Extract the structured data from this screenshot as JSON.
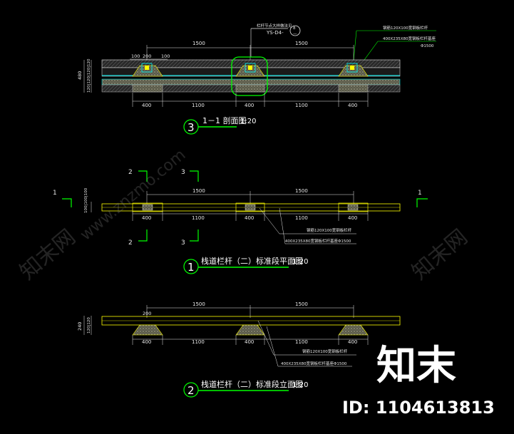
{
  "section": {
    "callout_top": "栏杆节点大样做法见",
    "callout_code": "YS-D4-",
    "callout_circle": "8",
    "callout_dash": "—",
    "note_right_1": "钢筋120X100宽钢板栏杆",
    "note_right_2": "400X235X80宽钢板栏杆基座",
    "note_right_3": "Φ1500",
    "dim_1500_a": "1500",
    "dim_1500_b": "1500",
    "dim_100a": "100",
    "dim_200": "200",
    "dim_100b": "100",
    "height_total": "480",
    "height_segments": "120|120|120|120",
    "bottom_dims": [
      "400",
      "1100",
      "400",
      "1100",
      "400"
    ],
    "title_number": "3",
    "title_text": "1－1 剖面图",
    "title_scale": "1:20"
  },
  "plan": {
    "marker_2_top": "2",
    "marker_3_top": "3",
    "marker_2_bottom": "2",
    "marker_3_bottom": "3",
    "marker_1_left": "1",
    "marker_1_right": "1",
    "dim_1500_a": "1500",
    "dim_1500_b": "1500",
    "height_labels": "100|100|100",
    "bottom_dims": [
      "400",
      "1100",
      "400",
      "1100",
      "400"
    ],
    "note_1": "钢筋120X100宽钢板栏杆",
    "note_2": "400X235X80宽钢板栏杆基座Φ1500",
    "title_number": "1",
    "title_text": "栈道栏杆（二）标准段平面图",
    "title_scale": "1:20"
  },
  "elevation": {
    "dim_1500_a": "1500",
    "dim_1500_b": "1500",
    "dim_200": "200",
    "height_total": "240",
    "height_segments": "120|120",
    "bottom_dims": [
      "400",
      "1100",
      "400",
      "1100",
      "400"
    ],
    "note_1": "钢筋120X100宽钢板栏杆",
    "note_2": "400X235X80宽钢板栏杆基座Φ1500",
    "title_number": "2",
    "title_text": "栈道栏杆（二）标准段立面图",
    "title_scale": "1:20"
  },
  "watermark": {
    "brand": "知末",
    "id_text": "ID: 1104613813",
    "diag_url": "www.znzmo.com",
    "side_text": "知末网"
  },
  "colors": {
    "background": "#000000",
    "line_white": "#e8e8e8",
    "line_green": "#00ff00",
    "line_yellow": "#ffff00",
    "line_cyan": "#00ffff",
    "fill_hatch": "#8a8a6a"
  }
}
